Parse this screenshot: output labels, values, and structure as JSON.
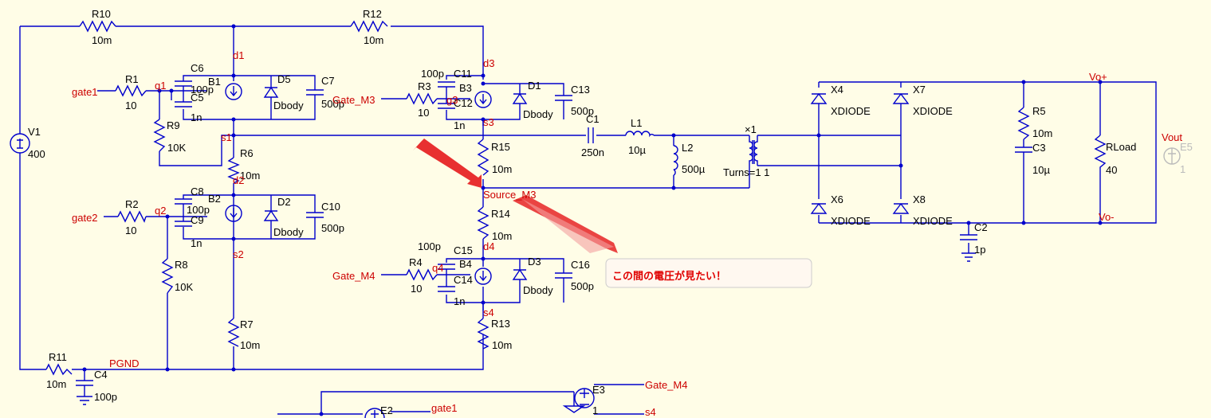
{
  "colors": {
    "wire": "#0000cc",
    "net": "#cc0000",
    "background": "#fffde7",
    "arrow": "#e83030",
    "callout_text": "#e00000"
  },
  "callout": {
    "text": "この間の電圧が見たい！"
  },
  "components": {
    "R10": {
      "name": "R10",
      "value": "10m"
    },
    "R12": {
      "name": "R12",
      "value": "10m"
    },
    "V1": {
      "name": "V1",
      "value": "400"
    },
    "R1": {
      "name": "R1",
      "value": "10"
    },
    "R9": {
      "name": "R9",
      "value": "10K"
    },
    "C6": {
      "name": "C6",
      "value": "100p"
    },
    "C5": {
      "name": "C5",
      "value": "1n"
    },
    "B1": {
      "name": "B1"
    },
    "D5": {
      "name": "D5",
      "value": "Dbody"
    },
    "C7": {
      "name": "C7",
      "value": "500p"
    },
    "R3": {
      "name": "R3",
      "value": "10"
    },
    "C11": {
      "name": "C11",
      "value": "100p"
    },
    "B3": {
      "name": "B3"
    },
    "C12": {
      "name": "C12",
      "value": "1n"
    },
    "D1": {
      "name": "D1",
      "value": "Dbody"
    },
    "C13": {
      "name": "C13",
      "value": "500p"
    },
    "R6": {
      "name": "R6",
      "value": "10m"
    },
    "R15": {
      "name": "R15",
      "value": "10m"
    },
    "C1": {
      "name": "C1",
      "value": "250n"
    },
    "L1": {
      "name": "L1",
      "value": "10µ"
    },
    "L2": {
      "name": "L2",
      "value": "500µ"
    },
    "X1": {
      "name": "×1",
      "value": "Turns=1 1"
    },
    "R2": {
      "name": "R2",
      "value": "10"
    },
    "C8": {
      "name": "C8",
      "value": "100p"
    },
    "C9": {
      "name": "C9",
      "value": "1n"
    },
    "B2": {
      "name": "B2"
    },
    "D2": {
      "name": "D2",
      "value": "Dbody"
    },
    "C10": {
      "name": "C10",
      "value": "500p"
    },
    "R8": {
      "name": "R8",
      "value": "10K"
    },
    "R14": {
      "name": "R14",
      "value": "10m"
    },
    "R4": {
      "name": "R4",
      "value": "10"
    },
    "C15": {
      "name": "C15",
      "value": "100p"
    },
    "B4": {
      "name": "B4"
    },
    "C14": {
      "name": "C14",
      "value": "1n"
    },
    "D3": {
      "name": "D3",
      "value": "Dbody"
    },
    "C16": {
      "name": "C16",
      "value": "500p"
    },
    "R7": {
      "name": "R7",
      "value": "10m"
    },
    "R13": {
      "name": "R13",
      "value": "10m"
    },
    "R11": {
      "name": "R11",
      "value": "10m"
    },
    "C4": {
      "name": "C4",
      "value": "100p"
    },
    "X4": {
      "name": "X4",
      "value": "XDIODE"
    },
    "X7": {
      "name": "X7",
      "value": "XDIODE"
    },
    "X6": {
      "name": "X6",
      "value": "XDIODE"
    },
    "X8": {
      "name": "X8",
      "value": "XDIODE"
    },
    "R5": {
      "name": "R5",
      "value": "10m"
    },
    "C3": {
      "name": "C3",
      "value": "10µ"
    },
    "RLoad": {
      "name": "RLoad",
      "value": "40"
    },
    "C2": {
      "name": "C2",
      "value": "1p"
    },
    "E5": {
      "name": "E5",
      "value": "1"
    },
    "E3": {
      "name": "E3",
      "value": "1"
    },
    "E2": {
      "name": "E2"
    }
  },
  "nets": {
    "gate1": "gate1",
    "q1": "q1",
    "d1": "d1",
    "s1": "s1",
    "gate2": "gate2",
    "q2": "q2",
    "d2": "d2",
    "s2": "s2",
    "gate_m3": "Gate_M3",
    "g3": "g3",
    "d3": "d3",
    "s3": "s3",
    "source_m3": "Source_M3",
    "gate_m4": "Gate_M4",
    "q4": "q4",
    "d4": "d4",
    "s4": "s4",
    "pgnd": "PGND",
    "vo_plus": "Vo+",
    "vo_minus": "Vo-",
    "vout": "Vout",
    "e3_gate": "Gate_M4",
    "e3_s4": "s4",
    "e2_gate1": "gate1"
  }
}
